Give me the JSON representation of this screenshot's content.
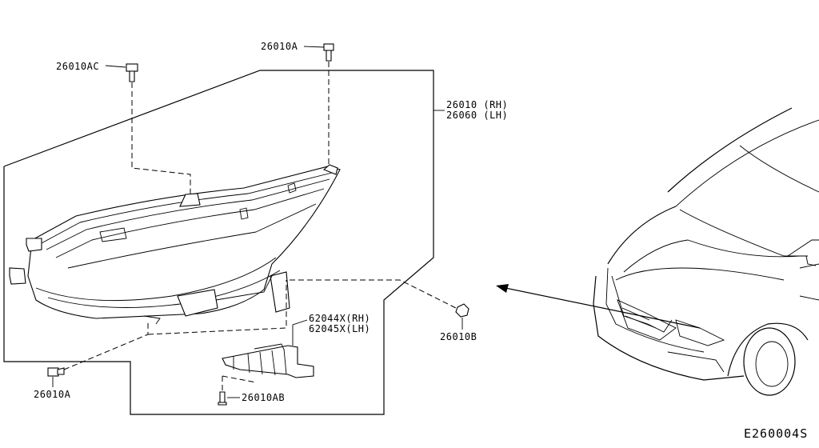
{
  "diagram": {
    "code": "E260004S",
    "labels": {
      "bolt_top": "26010A",
      "bolt_top_left": "26010AC",
      "assembly_rh": "26010 (RH)",
      "assembly_lh": "26060 (LH)",
      "bracket_rh": "62044X(RH)",
      "bracket_lh": "62045X(LH)",
      "screw_bracket": "26010AB",
      "bolt_lower_left": "26010A",
      "bolt_right": "26010B"
    }
  }
}
